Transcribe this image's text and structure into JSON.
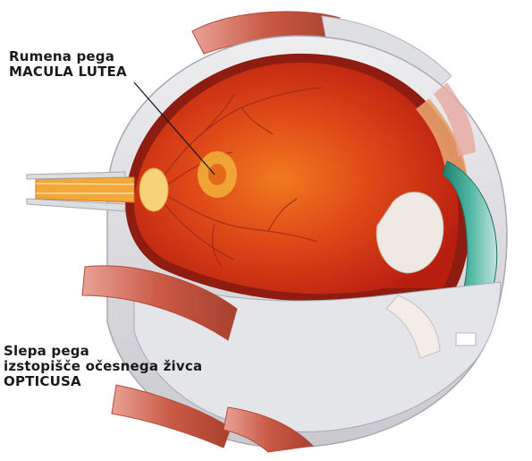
{
  "labels": {
    "macula": {
      "line1": "Rumena pega",
      "line2": "MACULA LUTEA"
    },
    "blind_spot": {
      "line1": "Slepa pega",
      "line2": "izstopišče očesnega živca",
      "line3": "OPTICUSA"
    }
  },
  "colors": {
    "retina_red": "#d8361a",
    "retina_orange": "#e8741e",
    "sclera": "#dcdde0",
    "muscle": "#c9604c",
    "cornea_teal": "#2e9a86",
    "optic_nerve": "#f0a030"
  }
}
